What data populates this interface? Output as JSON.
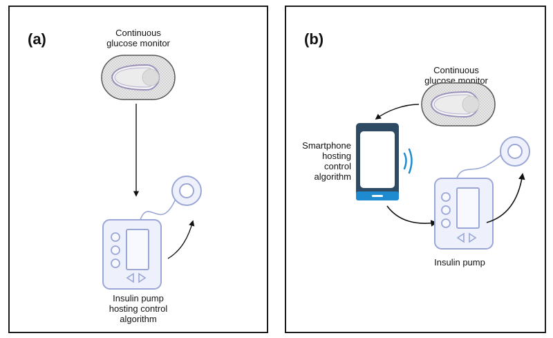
{
  "panel_a": {
    "tag": "(a)",
    "cgm_label": "Continuous\nglucose monitor",
    "pump_label": "Insulin pump\nhosting control\nalgorithm"
  },
  "panel_b": {
    "tag": "(b)",
    "cgm_label": "Continuous\nglucose monitor",
    "phone_label": "Smartphone\nhosting\ncontrol\nalgorithm",
    "pump_label": "Insulin pump"
  },
  "colors": {
    "pump_stroke": "#9aa6d6",
    "pump_fill": "#eef0fb",
    "cgm_stroke": "#9a8fb8",
    "phone_body": "#2f4a63",
    "phone_screen": "#ffffff",
    "phone_accent": "#1e8ad0",
    "signal": "#1e8ad0"
  }
}
